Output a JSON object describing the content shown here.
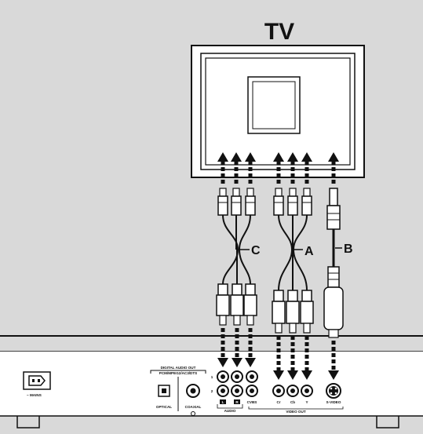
{
  "tv": {
    "title": "TV"
  },
  "cables": {
    "a": "A",
    "b": "B",
    "c": "C"
  },
  "panel": {
    "mains": "MAINS",
    "digital_audio_out": "DIGITAL AUDIO OUT",
    "digital_formats": "PCM/MPEG2/AC3/DTS",
    "optical": "OPTICAL",
    "coaxial": "COAXIAL",
    "audio": "AUDIO",
    "audio_l": "L",
    "audio_r": "R",
    "row1": "1",
    "row2": "2",
    "cvbs": "CVBS",
    "video_out": "VIDEO OUT",
    "cr": "Cr",
    "cb": "Cb",
    "y": "Y",
    "svideo": "S-VIDEO"
  },
  "colors": {
    "background_gray": "#d9d9d9",
    "panel_white": "#ffffff",
    "line": "#111111"
  }
}
